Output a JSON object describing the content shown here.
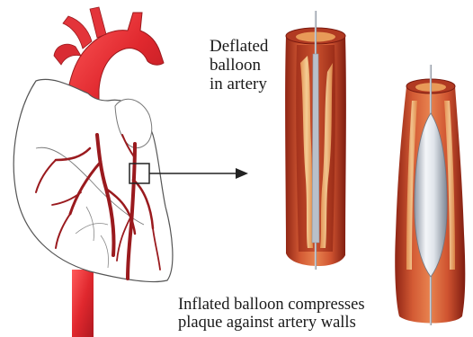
{
  "labels": {
    "deflated": [
      "Deflated",
      "balloon",
      "in artery"
    ],
    "inflated": [
      "Inflated balloon compresses",
      "plaque against artery walls"
    ]
  },
  "icons": [
    "heart-illustration",
    "zoom-box",
    "pointer-arrow",
    "artery-section-deflated",
    "artery-section-inflated",
    "guide-wire",
    "balloon"
  ],
  "colors": {
    "heart_red": "#d42b30",
    "coronary_red": "#8e1418",
    "artery_wall": "#c44a2a",
    "plaque": "#f0b870",
    "balloon": "#cfd5de",
    "wire": "#a8afb8"
  }
}
